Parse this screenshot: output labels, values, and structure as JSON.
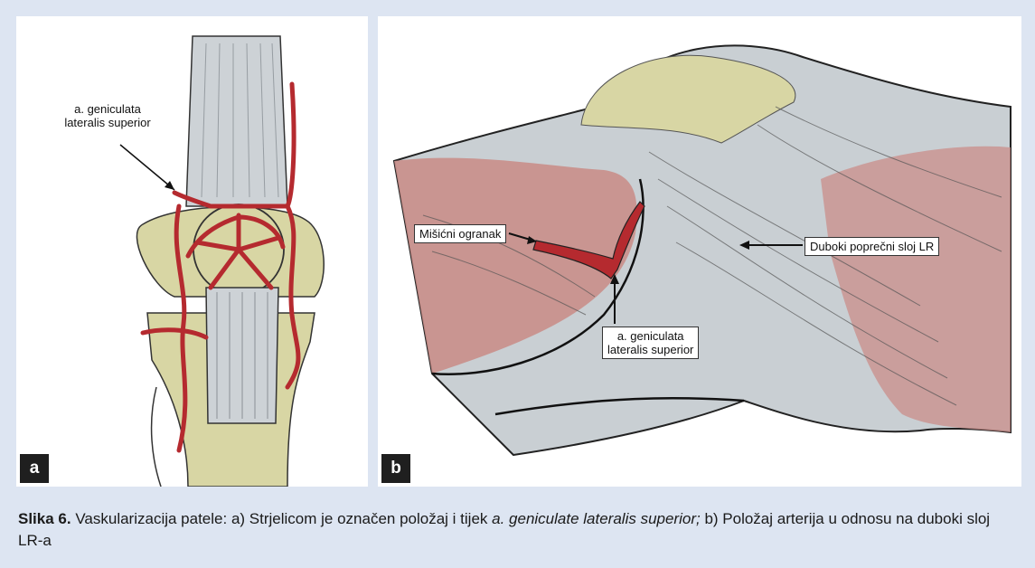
{
  "panel_a": {
    "letter": "a",
    "label_line1": "a. geniculata",
    "label_line2": "lateralis superior"
  },
  "panel_b": {
    "letter": "b",
    "label_muscular": "Mišićni ogranak",
    "label_deep": "Duboki poprečni sloj LR",
    "label_artery_line1": "a. geniculata",
    "label_artery_line2": "lateralis superior"
  },
  "caption": {
    "bold": "Slika 6.",
    "text1": " Vaskularizacija patele: a) Strjelicom je označen položaj i tijek ",
    "italic": "a. geniculate lateralis superior;",
    "text2": " b) Položaj arterija u odnosu na duboki sloj LR-a"
  },
  "colors": {
    "background": "#dde5f2",
    "bone": "#d8d6a4",
    "artery": "#b52a2f",
    "muscle": "#c98e8a",
    "tendon": "#c9cfd3"
  }
}
